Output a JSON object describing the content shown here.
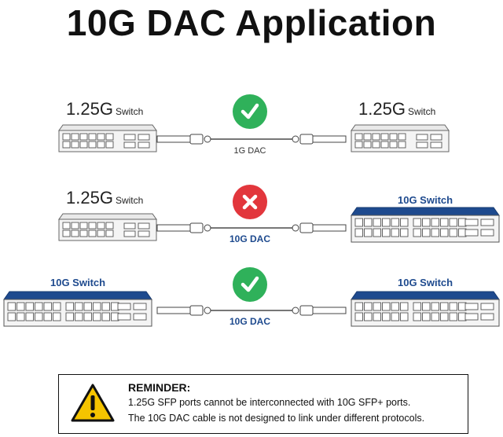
{
  "title": "10G DAC Application",
  "rows": [
    {
      "left": {
        "type": "1.25G",
        "speed": "1.25G",
        "word": "Switch"
      },
      "right": {
        "type": "1.25G",
        "speed": "1.25G",
        "word": "Switch"
      },
      "status": "check",
      "cable_label": "1G DAC"
    },
    {
      "left": {
        "type": "1.25G",
        "speed": "1.25G",
        "word": "Switch"
      },
      "right": {
        "type": "10G",
        "label": "10G Switch"
      },
      "status": "cross",
      "cable_label": "10G DAC"
    },
    {
      "left": {
        "type": "10G",
        "label": "10G Switch"
      },
      "right": {
        "type": "10G",
        "label": "10G Switch"
      },
      "status": "check",
      "cable_label": "10G DAC"
    }
  ],
  "reminder": {
    "heading": "REMINDER:",
    "line1": "1.25G SFP ports cannot be interconnected with 10G SFP+ ports.",
    "line2": "The 10G DAC cable is not designed to link under different protocols."
  },
  "colors": {
    "check": "#2fb15a",
    "cross": "#e2363c",
    "switch10g": "#1e4a8e",
    "warning": "#f5c400"
  }
}
